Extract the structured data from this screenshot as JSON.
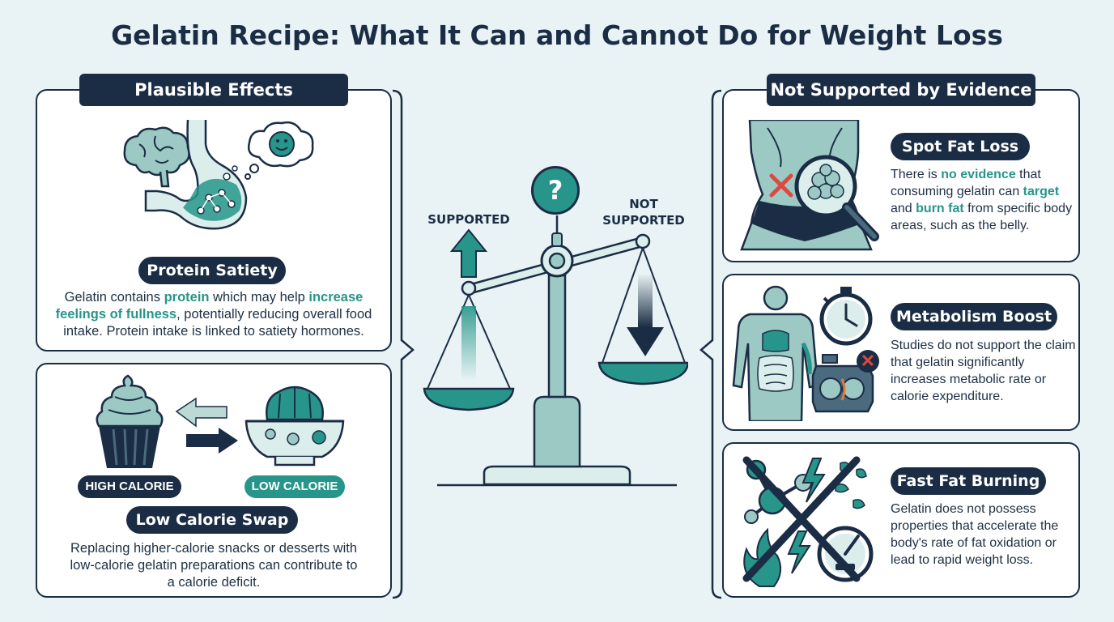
{
  "title": "Gelatin Recipe: What It Can and Cannot Do for Weight Loss",
  "colors": {
    "navy": "#1b2d45",
    "teal": "#27958a",
    "light_teal": "#9cc9c4",
    "background": "#e9f3f5"
  },
  "left_panel": {
    "header": "Plausible Effects",
    "protein": {
      "title": "Protein Satiety",
      "text": [
        {
          "t": "Gelatin contains ",
          "hl": false
        },
        {
          "t": "protein",
          "hl": true
        },
        {
          "t": " which may help ",
          "hl": false
        },
        {
          "t": "increase feelings of fullness",
          "hl": true
        },
        {
          "t": ", potentially reducing overall food intake. Protein intake is linked to satiety hormones.",
          "hl": false
        }
      ],
      "icons": [
        "brain-icon",
        "stomach-icon",
        "smiley-thought-icon"
      ]
    },
    "swap": {
      "title": "Low Calorie Swap",
      "high_label": "HIGH CALORIE",
      "low_label": "LOW CALORIE",
      "text": "Replacing higher-calorie snacks or desserts with low-calorie gelatin preparations can contribute to a calorie deficit.",
      "icons": [
        "cupcake-icon",
        "swap-arrows-icon",
        "gelatin-bowl-icon"
      ]
    }
  },
  "scale": {
    "supported_label": "SUPPORTED",
    "not_supported_label": "NOT\nSUPPORTED",
    "question_mark": "?",
    "icons": [
      "balance-scale-icon",
      "arrow-up-icon",
      "arrow-down-icon",
      "question-icon"
    ]
  },
  "right_panel": {
    "header": "Not Supported by Evidence",
    "spot": {
      "title": "Spot Fat Loss",
      "text": [
        {
          "t": "There is ",
          "hl": false
        },
        {
          "t": "no evidence",
          "hl": true
        },
        {
          "t": " that consuming gelatin can ",
          "hl": false
        },
        {
          "t": "target",
          "hl": true
        },
        {
          "t": " and ",
          "hl": false
        },
        {
          "t": "burn fat",
          "hl": true
        },
        {
          "t": " from specific body areas, such as the belly.",
          "hl": false
        }
      ],
      "icons": [
        "torso-icon",
        "x-icon",
        "magnifier-icon"
      ]
    },
    "metabolism": {
      "title": "Metabolism Boost",
      "text": "Studies do not support the claim that gelatin significantly increases metabolic rate or calorie expenditure.",
      "icons": [
        "body-organs-icon",
        "stopwatch-icon",
        "engine-icon",
        "x-icon"
      ]
    },
    "burning": {
      "title": "Fast Fat Burning",
      "text": "Gelatin does not possess properties that accelerate the body's rate of fat oxidation or lead to rapid weight loss.",
      "icons": [
        "molecule-icon",
        "lightning-icon",
        "flame-icon",
        "gauge-icon",
        "cross-out-icon"
      ]
    }
  }
}
